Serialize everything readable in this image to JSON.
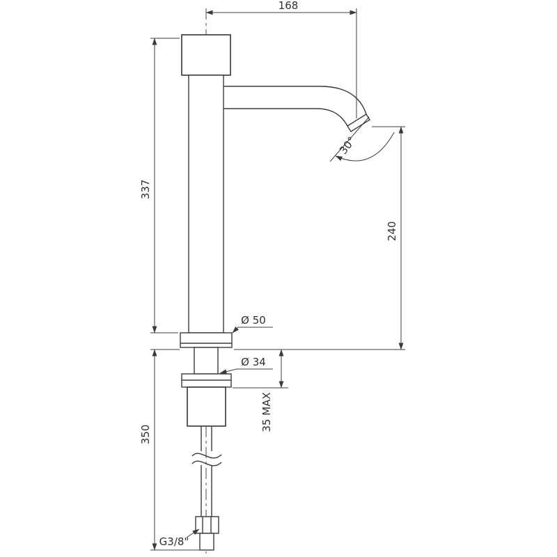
{
  "drawing": {
    "type": "technical-dimension-drawing",
    "subject": "tall single-hole basin mixer faucet, side elevation",
    "dims": {
      "spout_reach": "168",
      "body_height": "337",
      "outlet_height": "240",
      "outlet_angle": "30°",
      "base_diameter": "Ø 50",
      "shank_diameter": "Ø 34",
      "deck_max": "35 MAX",
      "hose_length": "350",
      "thread_size": "G3/8\""
    },
    "line_color": "#3a3a3a",
    "background": "#ffffff"
  }
}
